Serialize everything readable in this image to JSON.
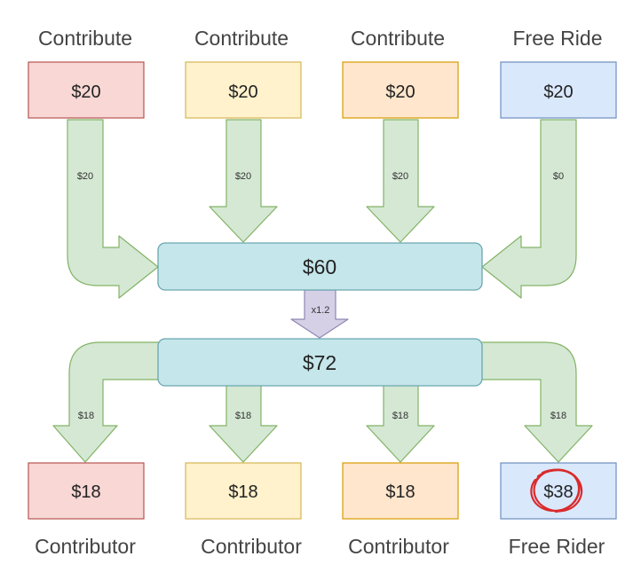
{
  "players": [
    {
      "action": "Contribute",
      "start": "$20",
      "flow_in": "$20",
      "share": "$18",
      "end": "$18",
      "role": "Contributor",
      "fill": "#f8d7d5",
      "stroke": "#b85450"
    },
    {
      "action": "Contribute",
      "start": "$20",
      "flow_in": "$20",
      "share": "$18",
      "end": "$18",
      "role": "Contributor",
      "fill": "#fff2cc",
      "stroke": "#d6b656"
    },
    {
      "action": "Contribute",
      "start": "$20",
      "flow_in": "$20",
      "share": "$18",
      "end": "$18",
      "role": "Contributor",
      "fill": "#ffe6cc",
      "stroke": "#d79b00"
    },
    {
      "action": "Free Ride",
      "start": "$20",
      "flow_in": "$0",
      "share": "$18",
      "end": "$38",
      "role": "Free Rider",
      "fill": "#dae8fc",
      "stroke": "#6c8ebf"
    }
  ],
  "pool": {
    "total": "$60",
    "multiplier": "x1.2",
    "multiplied": "$72"
  },
  "colors": {
    "pool_fill": "#c5e6ea",
    "pool_stroke": "#6aa6b0",
    "arrow_fill": "#d5e8d4",
    "arrow_stroke": "#82b366",
    "mult_fill": "#d6d0e6",
    "mult_stroke": "#8f86b3",
    "highlight": "#d92b2b"
  }
}
